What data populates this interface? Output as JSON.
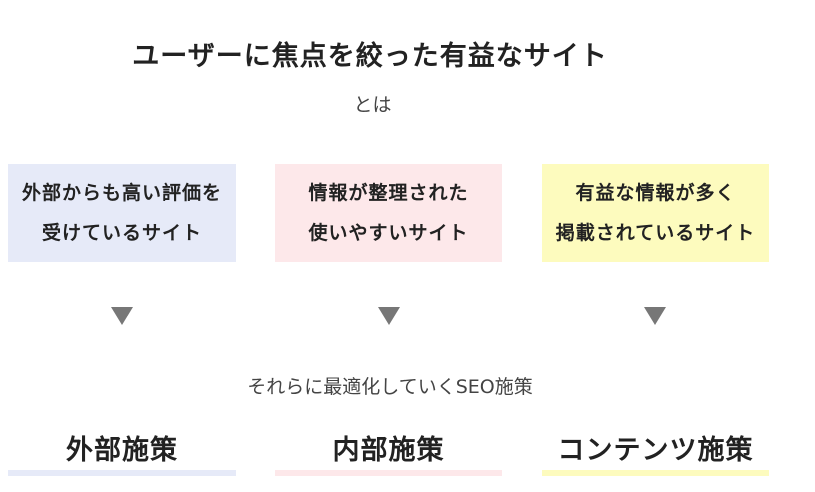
{
  "title": "ユーザーに焦点を絞った有益なサイト",
  "subtitle": "とは",
  "boxes": [
    {
      "line1": "外部からも高い評価を",
      "line2": "受けているサイト"
    },
    {
      "line1": "情報が整理された",
      "line2": "使いやすいサイト"
    },
    {
      "line1": "有益な情報が多く",
      "line2": "掲載されているサイト"
    }
  ],
  "middle_text": "それらに最適化していくSEO施策",
  "policies": [
    "外部施策",
    "内部施策",
    "コンテンツ施策"
  ],
  "colors": {
    "blue": "#e6eaf8",
    "pink": "#fde8ea",
    "yellow": "#fdfbbe",
    "arrow": "#777777"
  }
}
